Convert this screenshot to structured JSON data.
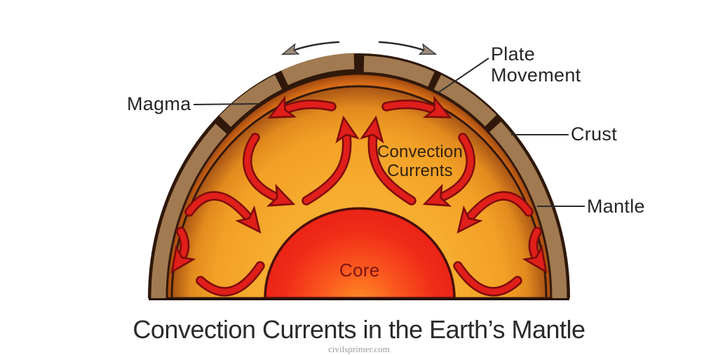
{
  "diagram": {
    "labels": {
      "magma": "Magma",
      "plate_movement_line1": "Plate",
      "plate_movement_line2": "Movement",
      "crust": "Crust",
      "mantle": "Mantle",
      "core": "Core",
      "convection_line1": "Convection",
      "convection_line2": "Currents"
    },
    "title": "Convection Currents in the Earth’s Mantle",
    "watermark": "civilsprimer.com",
    "colors": {
      "crust_brown": "#a17a51",
      "outline_dark": "#2f180a",
      "magma_orange": "#ee831c",
      "mantle_orange": "#f5a92c",
      "mantle_edge_burnt": "#a85415",
      "core_red": "#e92016",
      "core_glow": "#ff9326",
      "arrow_red": "#e01e1a",
      "arrow_outline_maroon": "#7c0b0b",
      "line_black": "#2b2b2b"
    }
  }
}
